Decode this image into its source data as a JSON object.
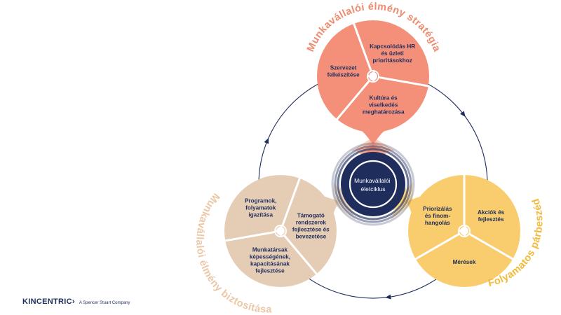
{
  "center": {
    "lines": [
      "Munkavállalói",
      "életciklus"
    ]
  },
  "groups": {
    "strategy": {
      "title": "Munkavállalói élmény stratégia",
      "color": "#f4907a",
      "title_color": "#f08a6e",
      "segments": [
        {
          "lines": [
            "Kapcsolódás HR",
            "és üzleti",
            "prioritásokhoz"
          ]
        },
        {
          "lines": [
            "Kultúra és",
            "viselkedés",
            "meghatározása"
          ]
        },
        {
          "lines": [
            "Szervezet",
            "felkészítése"
          ]
        }
      ]
    },
    "dialogue": {
      "title": "Folyamatos párbeszéd",
      "color": "#f9cd6e",
      "title_color": "#f5b93a",
      "segments": [
        {
          "lines": [
            "Akciók és",
            "fejlesztés"
          ]
        },
        {
          "lines": [
            "Mérések"
          ]
        },
        {
          "lines": [
            "Priorizálás",
            "és finom-",
            "hangolás"
          ]
        }
      ]
    },
    "assurance": {
      "title": "Munkavállalói élmény biztosítása",
      "color": "#e5cdb5",
      "title_color": "#ecc7a6",
      "segments": [
        {
          "lines": [
            "Támogató",
            "rendszerek",
            "fejlesztése és",
            "bevezetése"
          ]
        },
        {
          "lines": [
            "Munkatársak",
            "képességének,",
            "kapacitásának",
            "fejlesztése"
          ]
        },
        {
          "lines": [
            "Programok,",
            "folyamatok",
            "igazítása"
          ]
        }
      ]
    }
  },
  "colors": {
    "navy": "#1e2d5c",
    "text_dark": "#1e2d5c",
    "arrow": "#1e2d5c"
  },
  "logo": {
    "word": "KINCENTRIC",
    "chevron": "›",
    "tagline": "A Spencer Stuart Company"
  }
}
